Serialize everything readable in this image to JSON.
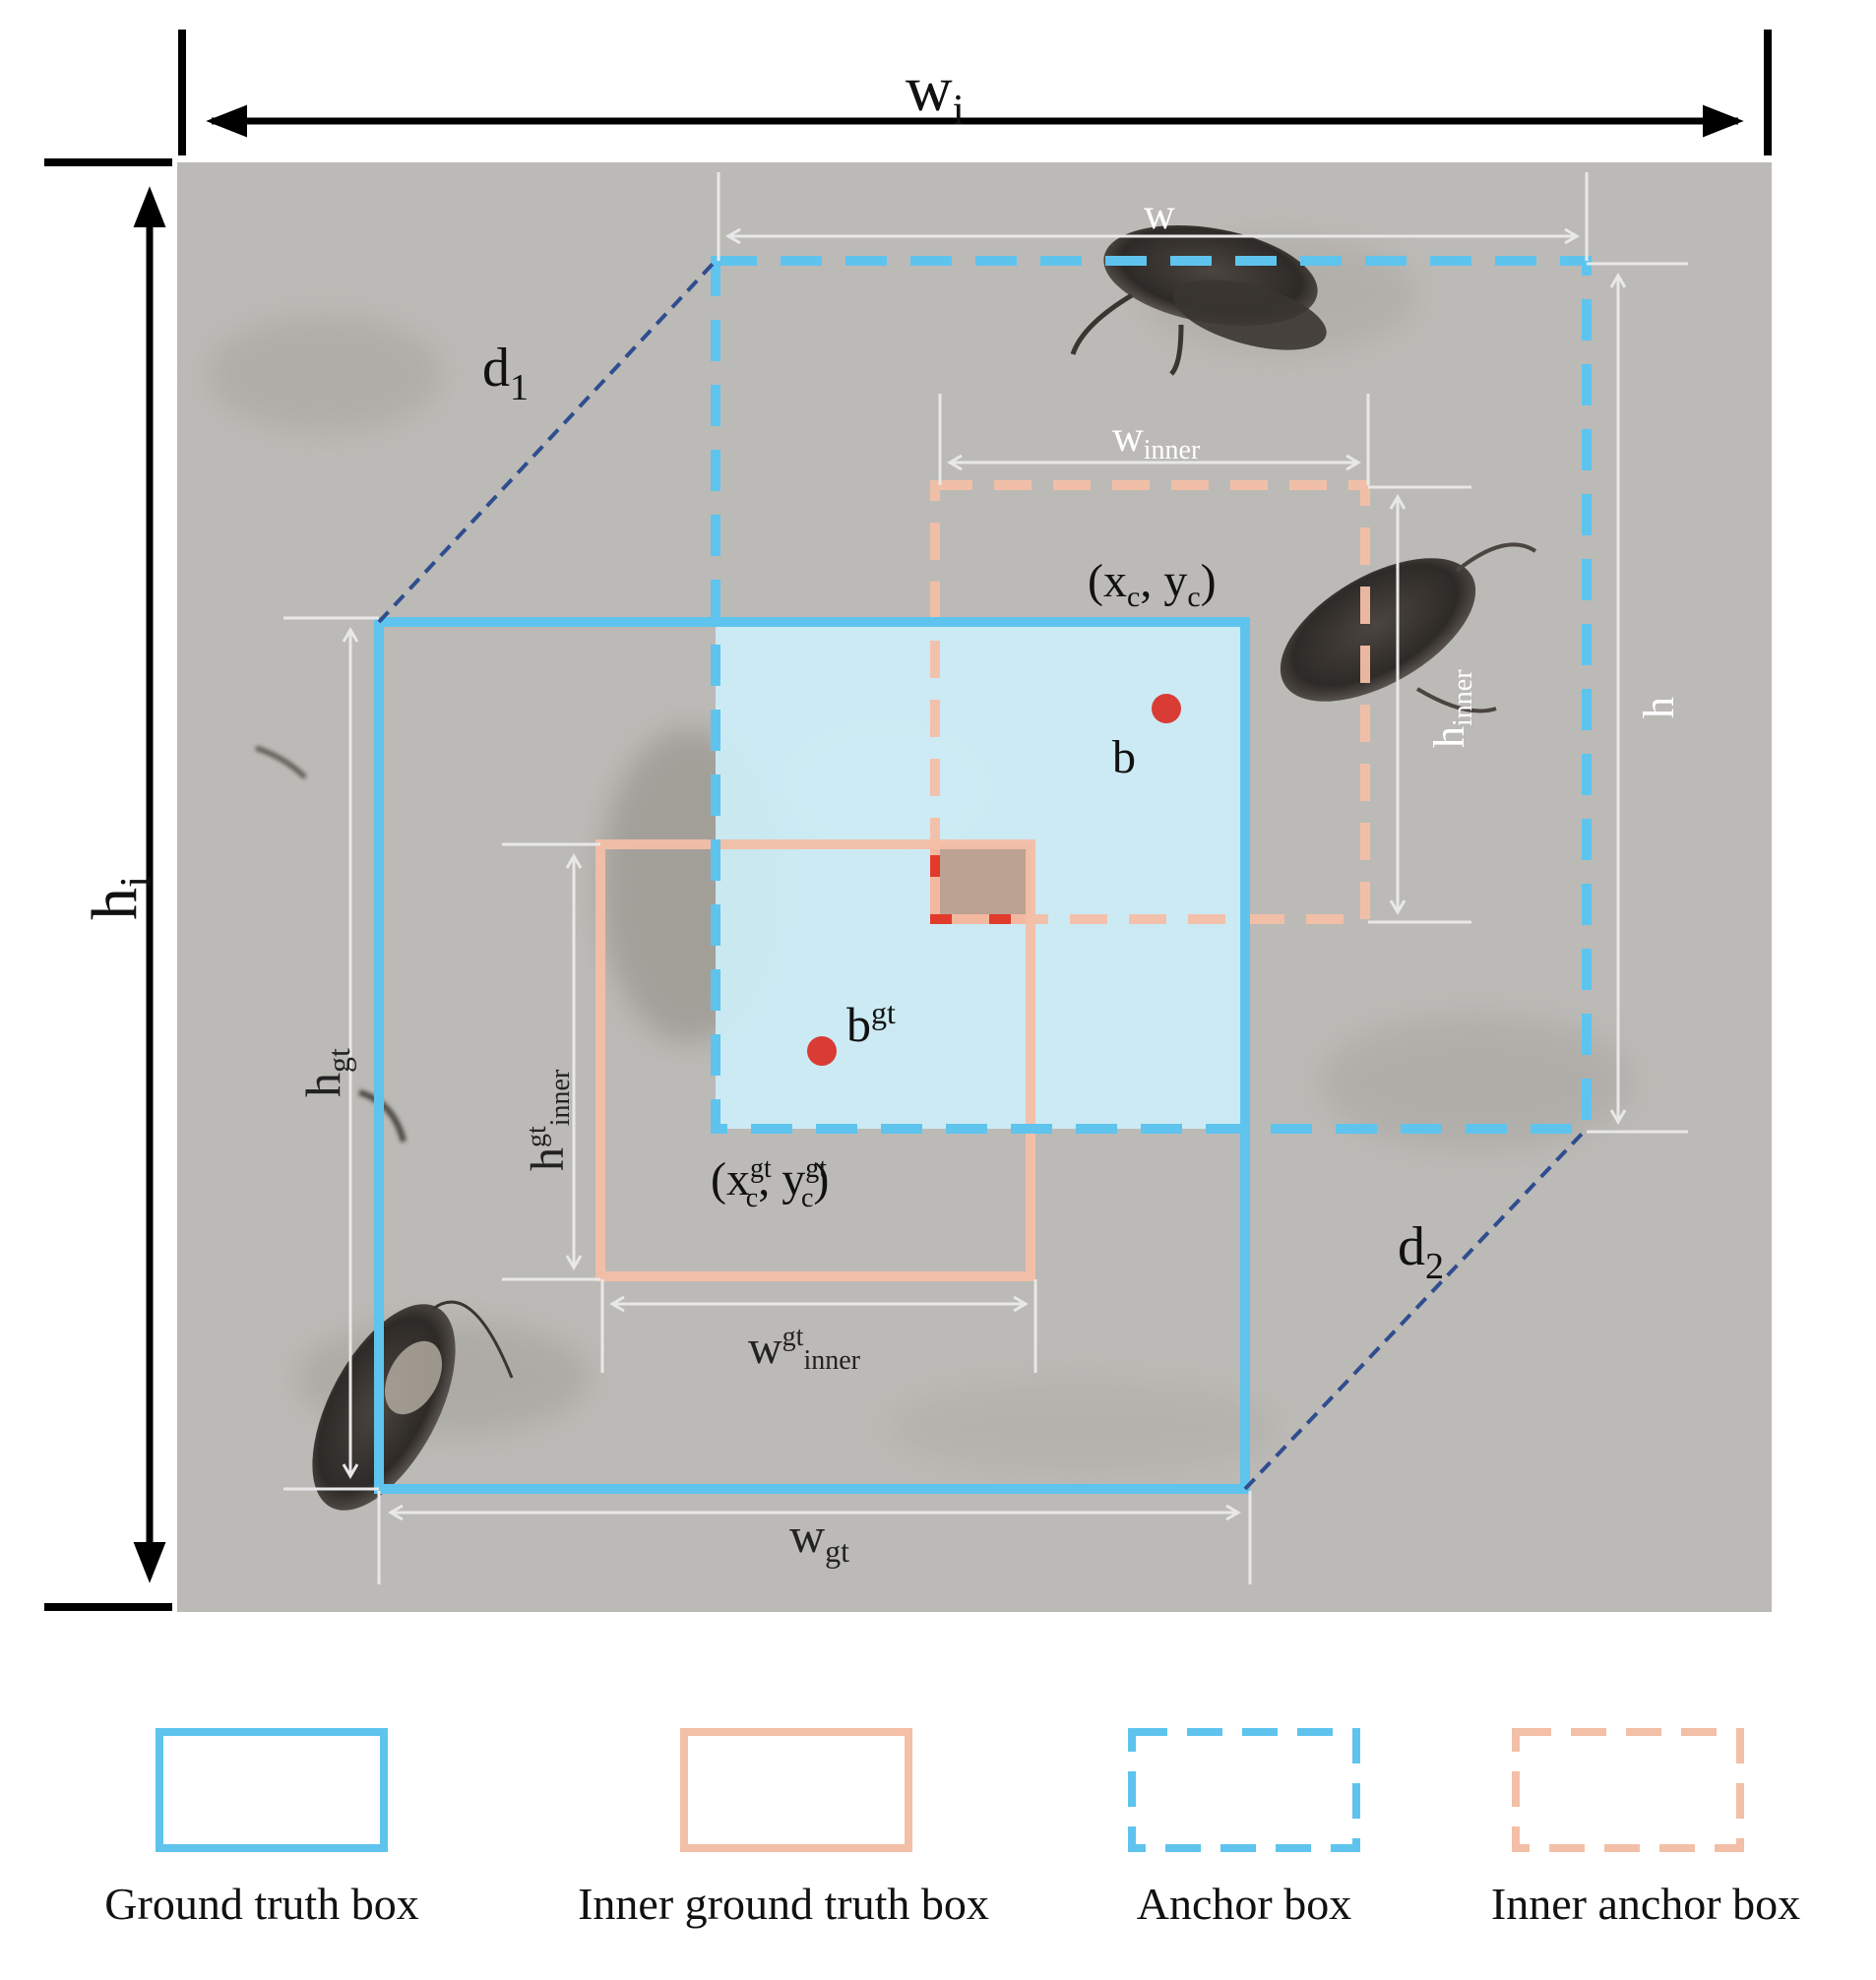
{
  "colors": {
    "ground_truth": "#5ec4ee",
    "inner_ground_truth": "#f3bfa6",
    "anchor": "#5ec4ee",
    "inner_anchor": "#f3bfa6",
    "center_point": "#d93b35",
    "intersection_fill": "#cdeffa",
    "inner_intersection_fill": "#b89580",
    "intersection_corner": "#e23b2c",
    "distance_line": "#2f4d8f",
    "dimension_line": "#e8e8e8",
    "image_dimension": "#000000",
    "background_photo": "#bcbab6"
  },
  "labels": {
    "wi_base": "w",
    "wi_sub": "i",
    "hi_base": "h",
    "hi_sub": "i",
    "w": "w",
    "h": "h",
    "w_inner_base": "w",
    "w_inner_sub": "inner",
    "h_inner_base": "h",
    "h_inner_sub": "inner",
    "d1_base": "d",
    "d1_sub": "1",
    "d2_base": "d",
    "d2_sub": "2",
    "xcyc_open": "(x",
    "xcyc_c1": "c",
    "xcyc_mid": ", y",
    "xcyc_c2": "c",
    "xcyc_close": ")",
    "b": "b",
    "bgt_base": "b",
    "bgt_sup": "gt",
    "hgt_base": "h",
    "hgt_sub": "gt",
    "wgt_base": "w",
    "wgt_sub": "gt",
    "hgt_inner_base": "h",
    "hgt_inner_sup": "gt",
    "hgt_inner_sub": "inner",
    "wgt_inner_base": "w",
    "wgt_inner_sup": "gt",
    "wgt_inner_sub": "inner",
    "xgtc_open": "(x",
    "xgtc_sup1": "gt",
    "xgtc_sub1": "c",
    "xgtc_mid": ", y",
    "xgtc_sup2": "gt",
    "xgtc_sub2": "c",
    "xgtc_close": ")"
  },
  "legend": [
    {
      "label": "Ground truth box",
      "style": "solid",
      "color": "#5ec4ee"
    },
    {
      "label": "Inner ground truth box",
      "style": "solid",
      "color": "#f3bfa6"
    },
    {
      "label": "Anchor box",
      "style": "dashed",
      "color": "#5ec4ee"
    },
    {
      "label": "Inner anchor box",
      "style": "dashed",
      "color": "#f3bfa6"
    }
  ]
}
